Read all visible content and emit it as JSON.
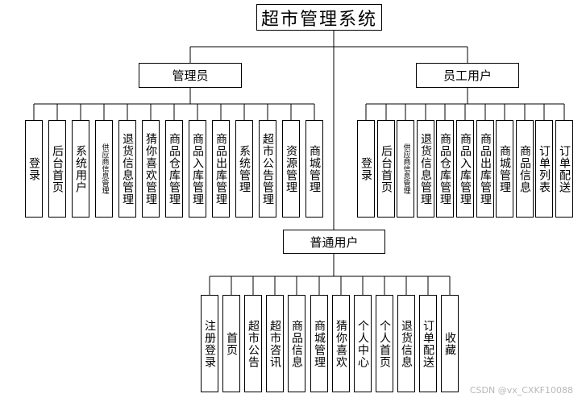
{
  "root": {
    "label": "超市管理系统"
  },
  "groups": [
    {
      "id": "admin",
      "label": "管理员",
      "items": [
        "登录",
        "后台首页",
        "系统用户",
        "供应商信息管理",
        "退货信息管理",
        "猜你喜欢管理",
        "商品仓库管理",
        "商品入库管理",
        "商品出库管理",
        "系统管理",
        "超市公告管理",
        "资源管理",
        "商城管理"
      ]
    },
    {
      "id": "staff",
      "label": "员工用户",
      "items": [
        "登录",
        "后台首页",
        "供应商信息管理",
        "退货信息管理",
        "商品仓库管理",
        "商品入库管理",
        "商品出库管理",
        "商城管理",
        "商品信息",
        "订单列表",
        "订单配送"
      ]
    },
    {
      "id": "user",
      "label": "普通用户",
      "items": [
        "注册登录",
        "首页",
        "超市公告",
        "超市咨讯",
        "商品信息",
        "商城管理",
        "猜你喜欢",
        "个人中心",
        "个人首页",
        "退货信息",
        "订单配送",
        "收藏"
      ]
    }
  ],
  "watermark": "CSDN @vx_CXKF10088"
}
